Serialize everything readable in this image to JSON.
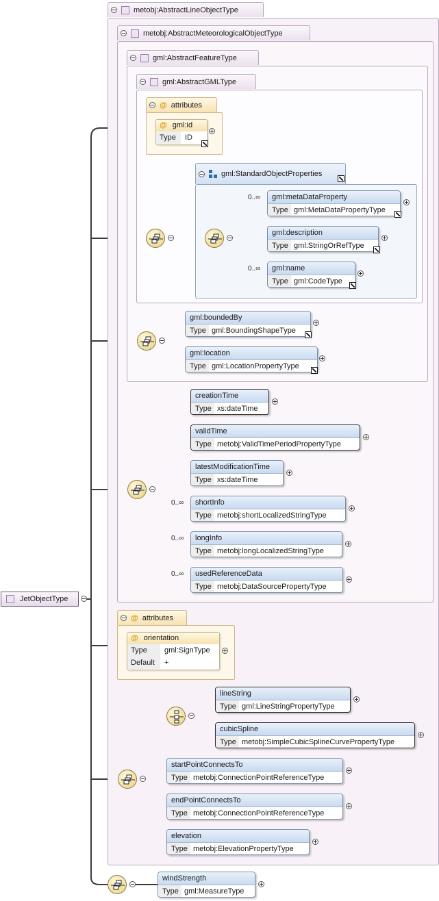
{
  "root": {
    "name": "JetObjectType"
  },
  "types": {
    "line_object": "metobj:AbstractLineObjectType",
    "meteorological": "metobj:AbstractMeteorologicalObjectType",
    "feature": "gml:AbstractFeatureType",
    "gml": "gml:AbstractGMLType"
  },
  "labels": {
    "attributes": "attributes",
    "type": "Type",
    "default": "Default",
    "at": "@"
  },
  "gml_attributes": {
    "id_name": "gml:id",
    "id_type": "ID"
  },
  "standard_props": {
    "name": "gml:StandardObjectProperties"
  },
  "elements": {
    "metaDataProperty": {
      "name": "gml:metaDataProperty",
      "type": "gml:MetaDataPropertyType",
      "occurs": "0..∞"
    },
    "description": {
      "name": "gml:description",
      "type": "gml:StringOrRefType"
    },
    "gmlname": {
      "name": "gml:name",
      "type": "gml:CodeType",
      "occurs": "0..∞"
    },
    "boundedBy": {
      "name": "gml:boundedBy",
      "type": "gml:BoundingShapeType"
    },
    "location": {
      "name": "gml:location",
      "type": "gml:LocationPropertyType"
    },
    "creationTime": {
      "name": "creationTime",
      "type": "xs:dateTime"
    },
    "validTime": {
      "name": "validTime",
      "type": "metobj:ValidTimePeriodPropertyType"
    },
    "latestModificationTime": {
      "name": "latestModificationTime",
      "type": "xs:dateTime"
    },
    "shortInfo": {
      "name": "shortInfo",
      "type": "metobj:shortLocalizedStringType",
      "occurs": "0..∞"
    },
    "longInfo": {
      "name": "longInfo",
      "type": "metobj:longLocalizedStringType",
      "occurs": "0..∞"
    },
    "usedReferenceData": {
      "name": "usedReferenceData",
      "type": "metobj:DataSourcePropertyType",
      "occurs": "0..∞"
    },
    "lineString": {
      "name": "lineString",
      "type": "gml:LineStringPropertyType"
    },
    "cubicSpline": {
      "name": "cubicSpline",
      "type": "metobj:SimpleCubicSplineCurvePropertyType"
    },
    "startPointConnectsTo": {
      "name": "startPointConnectsTo",
      "type": "metobj:ConnectionPointReferenceType"
    },
    "endPointConnectsTo": {
      "name": "endPointConnectsTo",
      "type": "metobj:ConnectionPointReferenceType"
    },
    "elevation": {
      "name": "elevation",
      "type": "metobj:ElevationPropertyType"
    },
    "windStrength": {
      "name": "windStrength",
      "type": "gml:MeasureType"
    }
  },
  "orientation": {
    "name": "orientation",
    "type": "gml:SignType",
    "default": "+"
  },
  "icons": [
    "minus-icon",
    "plus-icon",
    "sequence-icon",
    "choice-icon",
    "jump-icon",
    "complex-type-icon",
    "group-icon"
  ],
  "colors": {
    "type_box": "#f8f2f8",
    "element_header": "#c9daf0",
    "attribute": "#fdf8ea",
    "compositor": "#f0dc9a"
  }
}
